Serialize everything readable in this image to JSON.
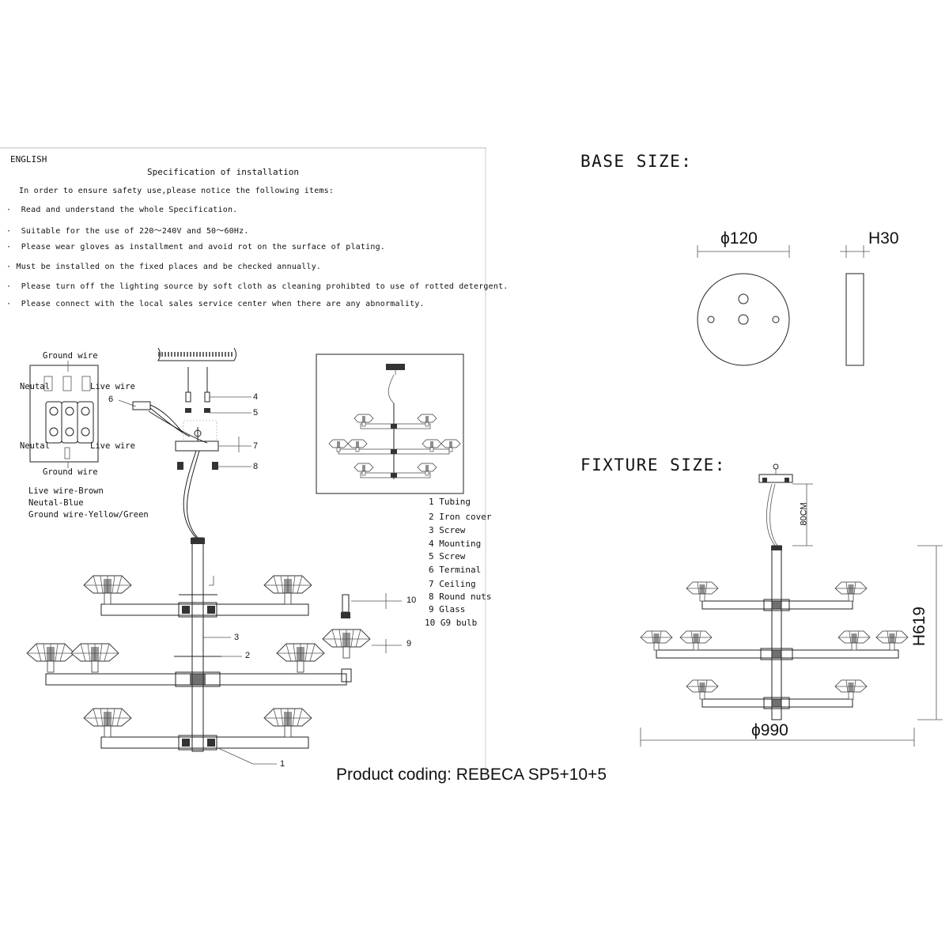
{
  "spec": {
    "language": "ENGLISH",
    "title": "Specification of installation",
    "intro": "In order to ensure safety use,please notice the following items:",
    "bullet": "·",
    "items": [
      "Read and understand the whole Specification.",
      "Suitable for the use of 220～240V and 50～60Hz.",
      "Please wear gloves as installment and avoid rot on the surface of plating.",
      "Must be installed on the fixed places and be checked annually.",
      "Please turn off the lighting source by soft cloth as cleaning prohibted to use of rotted detergent.",
      "Please connect with the local sales service center when there are any abnormality."
    ]
  },
  "wiring": {
    "ground_top": "Ground wire",
    "neutal_top": "Neutal",
    "live_top": "Live wire",
    "neutal_bottom": "Neutal",
    "live_bottom": "Live wire",
    "ground_bottom": "Ground wire",
    "legend": [
      "Live wire-Brown",
      "Neutal-Blue",
      "Ground wire-Yellow/Green"
    ]
  },
  "callouts": {
    "c1": "1",
    "c2": "2",
    "c3": "3",
    "c4": "4",
    "c5": "5",
    "c6": "6",
    "c7": "7",
    "c8": "8",
    "c9": "9",
    "c10": "10"
  },
  "parts": [
    {
      "num": "1",
      "name": "Tubing"
    },
    {
      "num": "2",
      "name": "Iron cover"
    },
    {
      "num": "3",
      "name": "Screw"
    },
    {
      "num": "4",
      "name": "Mounting"
    },
    {
      "num": "5",
      "name": "Screw"
    },
    {
      "num": "6",
      "name": "Terminal"
    },
    {
      "num": "7",
      "name": "Ceiling"
    },
    {
      "num": "8",
      "name": "Round nuts"
    },
    {
      "num": "9",
      "name": "Glass"
    },
    {
      "num": "10",
      "name": "G9 bulb"
    }
  ],
  "base_size": {
    "title": "BASE SIZE:",
    "diameter": "ϕ120",
    "height": "H30"
  },
  "fixture_size": {
    "title": "FIXTURE SIZE:",
    "cable": "80CM",
    "height": "H619",
    "diameter": "ϕ990"
  },
  "product_coding": "Product coding: REBECA SP5+10+5"
}
